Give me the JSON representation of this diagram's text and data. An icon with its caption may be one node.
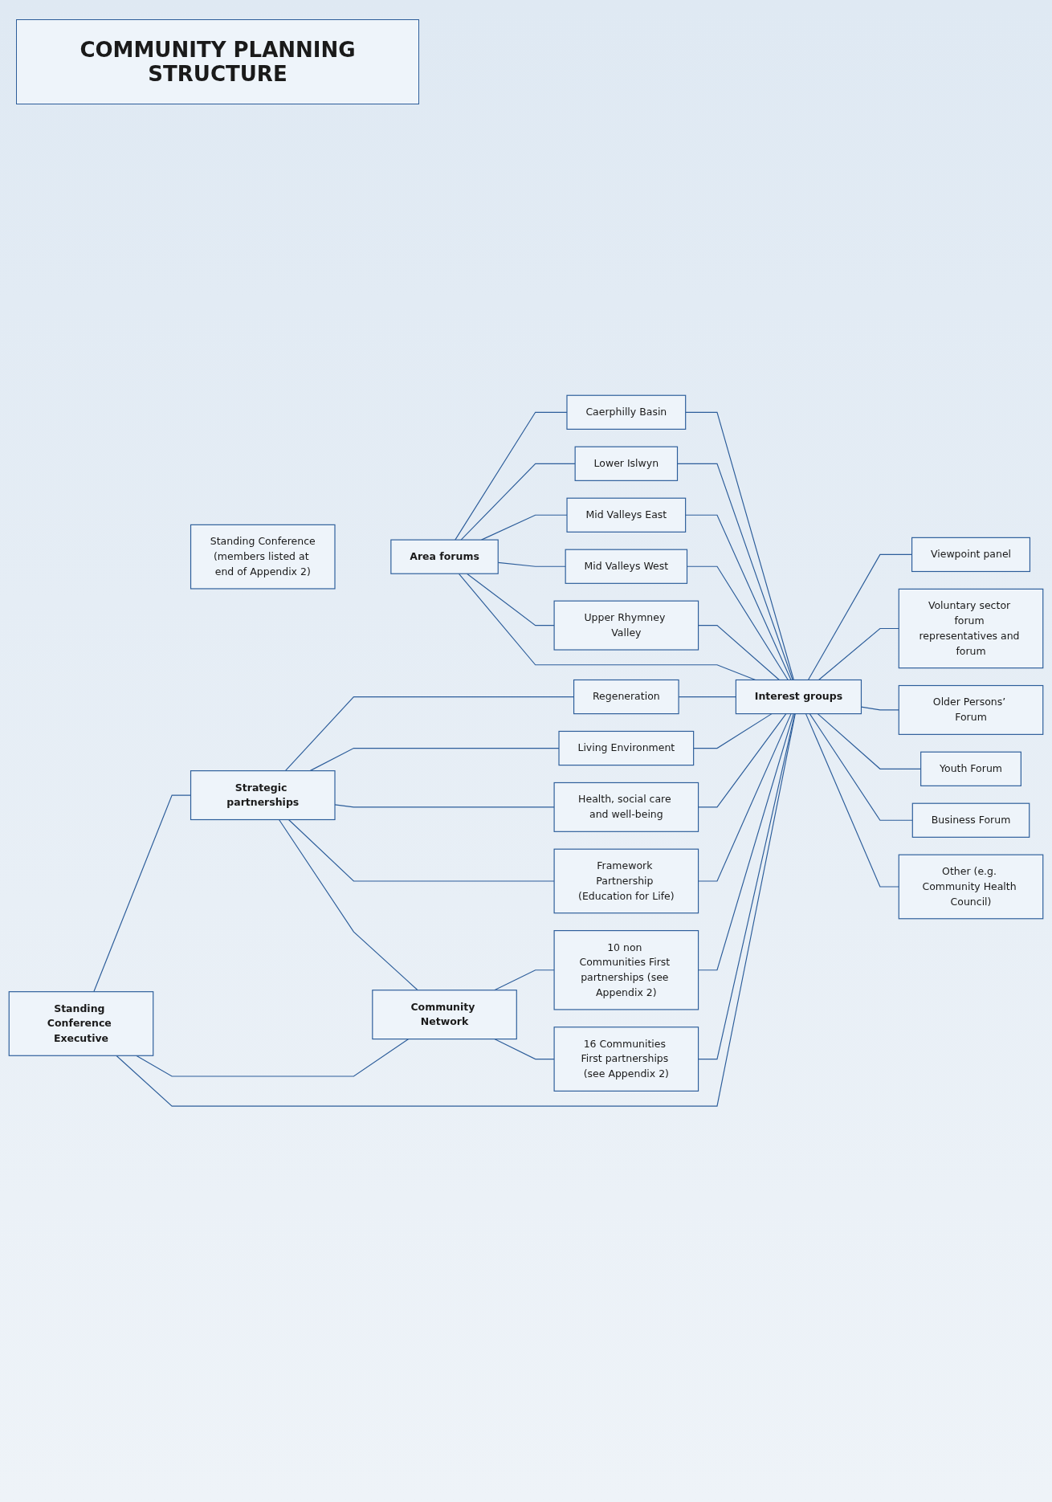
{
  "diagram": {
    "title": "COMMUNITY PLANNING STRUCTURE",
    "nodes": [
      {
        "text": [
          "Area forums"
        ]
      },
      {
        "text": [
          "Caerphilly Basin"
        ]
      },
      {
        "text": [
          "Lower Islwyn"
        ]
      },
      {
        "text": [
          "Mid Valleys East"
        ]
      },
      {
        "text": [
          "Mid Valleys West"
        ]
      },
      {
        "text": [
          "Upper Rhymney Valley"
        ]
      },
      {
        "text": [
          "Standing Conference",
          "(members listed at end of Appendix 2)"
        ]
      },
      {
        "text": [
          "Standing Conference Executive"
        ]
      },
      {
        "text": [
          "Strategic partnerships"
        ]
      },
      {
        "text": [
          "Regeneration"
        ]
      },
      {
        "text": [
          "Living Environment"
        ]
      },
      {
        "text": [
          "Health, social care and well-being"
        ]
      },
      {
        "text": [
          "Framework Partnership (Education for Life)"
        ]
      },
      {
        "text": [
          "Community Network"
        ]
      },
      {
        "text": [
          "10 non Communities First partnerships (see Appendix 2)"
        ]
      },
      {
        "text": [
          "16 Communities First partnerships (see Appendix 2)"
        ]
      },
      {
        "text": [
          "Interest groups"
        ]
      },
      {
        "text": [
          "Viewpoint panel"
        ]
      },
      {
        "text": [
          "Voluntary sector forum representatives and forum"
        ]
      },
      {
        "text": [
          "Older Persons’ Forum"
        ]
      },
      {
        "text": [
          "Youth Forum"
        ]
      },
      {
        "text": [
          "Business Forum"
        ]
      },
      {
        "text": [
          "Other (e.g. Community Health Council)"
        ]
      }
    ],
    "edges": [
      {
        "from": 0,
        "to": 1,
        "arrow": "none"
      },
      {
        "from": 0,
        "to": 2,
        "arrow": "none"
      },
      {
        "from": 0,
        "to": 3,
        "arrow": "none"
      },
      {
        "from": 0,
        "to": 4,
        "arrow": "none"
      },
      {
        "from": 0,
        "to": 5,
        "arrow": "none"
      },
      {
        "from": 0,
        "to": 16,
        "arrow": "none"
      },
      {
        "from": 7,
        "to": 8,
        "arrow": "none"
      },
      {
        "from": 7,
        "to": 13,
        "arrow": "none"
      },
      {
        "from": 7,
        "to": 16,
        "arrow": "none"
      },
      {
        "from": 8,
        "to": 9,
        "arrow": "none"
      },
      {
        "from": 8,
        "to": 10,
        "arrow": "none"
      },
      {
        "from": 8,
        "to": 11,
        "arrow": "none"
      },
      {
        "from": 8,
        "to": 12,
        "arrow": "none"
      },
      {
        "from": 8,
        "to": 13,
        "arrow": "none"
      },
      {
        "from": 13,
        "to": 14,
        "arrow": "none"
      },
      {
        "from": 13,
        "to": 15,
        "arrow": "none"
      },
      {
        "from": 1,
        "to": 16,
        "arrow": "none"
      },
      {
        "from": 2,
        "to": 16,
        "arrow": "none"
      },
      {
        "from": 3,
        "to": 16,
        "arrow": "none"
      },
      {
        "from": 4,
        "to": 16,
        "arrow": "none"
      },
      {
        "from": 5,
        "to": 16,
        "arrow": "none"
      },
      {
        "from": 9,
        "to": 16,
        "arrow": "none"
      },
      {
        "from": 10,
        "to": 16,
        "arrow": "none"
      },
      {
        "from": 11,
        "to": 16,
        "arrow": "none"
      },
      {
        "from": 12,
        "to": 16,
        "arrow": "none"
      },
      {
        "from": 14,
        "to": 16,
        "arrow": "none"
      },
      {
        "from": 15,
        "to": 16,
        "arrow": "none"
      },
      {
        "from": 16,
        "to": 17,
        "arrow": "none"
      },
      {
        "from": 16,
        "to": 18,
        "arrow": "none"
      },
      {
        "from": 16,
        "to": 19,
        "arrow": "none"
      },
      {
        "from": 16,
        "to": 20,
        "arrow": "none"
      },
      {
        "from": 16,
        "to": 21,
        "arrow": "none"
      },
      {
        "from": 16,
        "to": 22,
        "arrow": "none"
      }
    ]
  }
}
